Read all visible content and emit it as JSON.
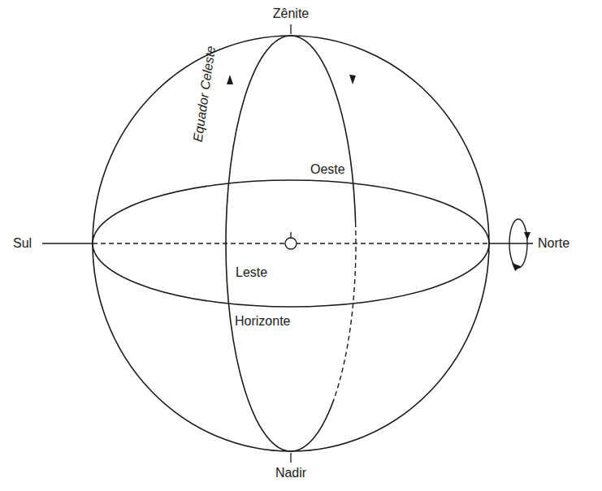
{
  "diagram": {
    "labels": [
      "Zênite",
      "Equador Celeste",
      "Oeste",
      "Sul",
      "Norte",
      "Leste",
      "Horizonte",
      "Nadir"
    ]
  }
}
